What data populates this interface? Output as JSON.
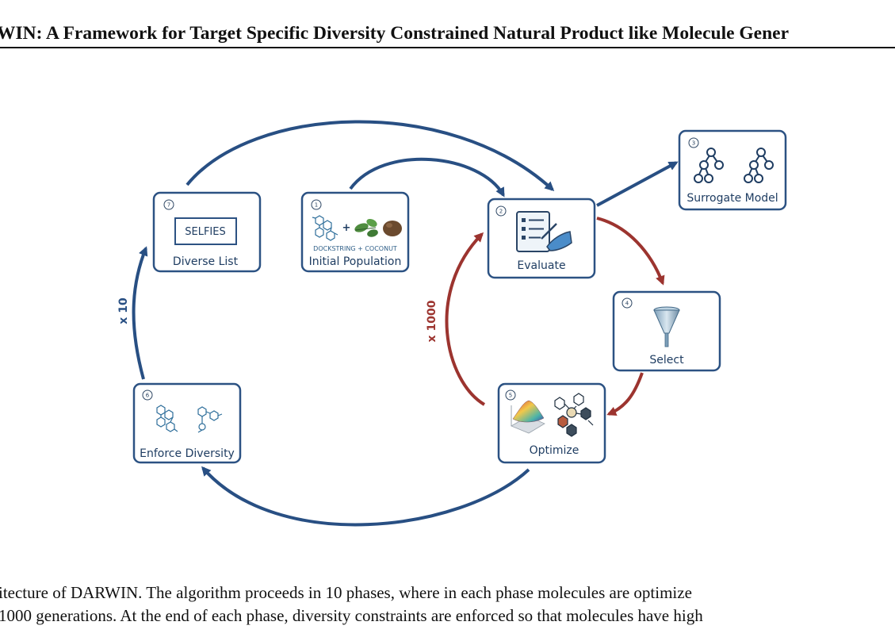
{
  "header": {
    "title": "WIN: A Framework for Target Specific Diversity Constrained Natural Product like Molecule Gener"
  },
  "diagram": {
    "nodes": {
      "initial_population": {
        "number": "1",
        "label": "Initial Population",
        "sublabel": "DOCKSTRING + COCONUT",
        "plus": "+"
      },
      "evaluate": {
        "number": "2",
        "label": "Evaluate"
      },
      "surrogate_model": {
        "number": "3",
        "label": "Surrogate Model"
      },
      "select": {
        "number": "4",
        "label": "Select"
      },
      "optimize": {
        "number": "5",
        "label": "Optimize"
      },
      "enforce_diversity": {
        "number": "6",
        "label": "Enforce Diversity"
      },
      "diverse_list": {
        "number": "7",
        "label": "Diverse List",
        "inner_box": "SELFIES"
      }
    },
    "loops": {
      "outer": "x 10",
      "inner": "x 1000"
    },
    "colors": {
      "node_border": "#2c5283",
      "blue_arrow": "#284f83",
      "red_arrow": "#9c342f",
      "node_fill": "#ffffff"
    }
  },
  "caption": {
    "line1": "itecture of DARWIN. The algorithm proceeds in 10 phases, where in each phase molecules are optimize",
    "line2": "1000 generations. At the end of each phase, diversity constraints are enforced so that molecules have high"
  }
}
